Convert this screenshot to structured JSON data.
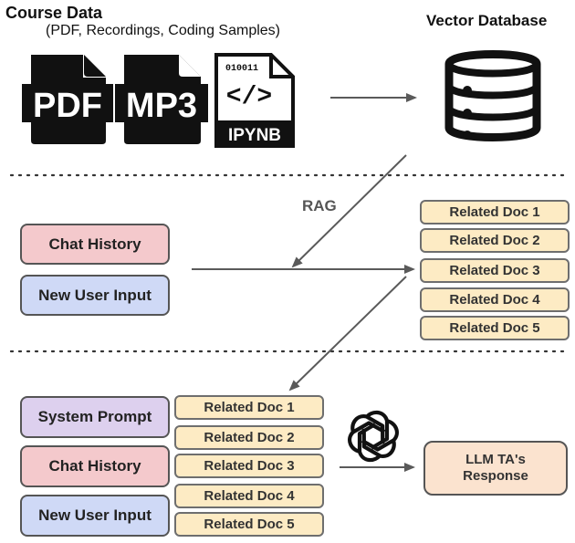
{
  "header": {
    "title": "Course Data",
    "subtitle": "(PDF, Recordings, Coding Samples)",
    "db_title": "Vector Database"
  },
  "files": [
    {
      "label": "PDF",
      "icon": "pdf-file-icon"
    },
    {
      "label": "MP3",
      "icon": "mp3-file-icon"
    },
    {
      "label": "IPYNB",
      "icon": "notebook-file-icon",
      "code_text": "010011",
      "glyph": "</>"
    }
  ],
  "rag_label": "RAG",
  "middle": {
    "chat_history": "Chat History",
    "new_user_input": "New User Input",
    "docs": [
      "Related Doc 1",
      "Related Doc 2",
      "Related Doc 3",
      "Related Doc 4",
      "Related Doc 5"
    ]
  },
  "bottom": {
    "system_prompt": "System Prompt",
    "chat_history": "Chat History",
    "new_user_input": "New User Input",
    "docs": [
      "Related Doc 1",
      "Related Doc 2",
      "Related Doc 3",
      "Related Doc 4",
      "Related Doc 5"
    ],
    "response": "LLM TA's Response",
    "llm_icon": "openai-logo-icon"
  },
  "colors": {
    "pink": "#f4c9cc",
    "blue": "#cfd9f6",
    "purple": "#ddd0ee",
    "doc": "#fdebc4",
    "response": "#fbe3cf",
    "arrow": "#5a5a5a"
  }
}
